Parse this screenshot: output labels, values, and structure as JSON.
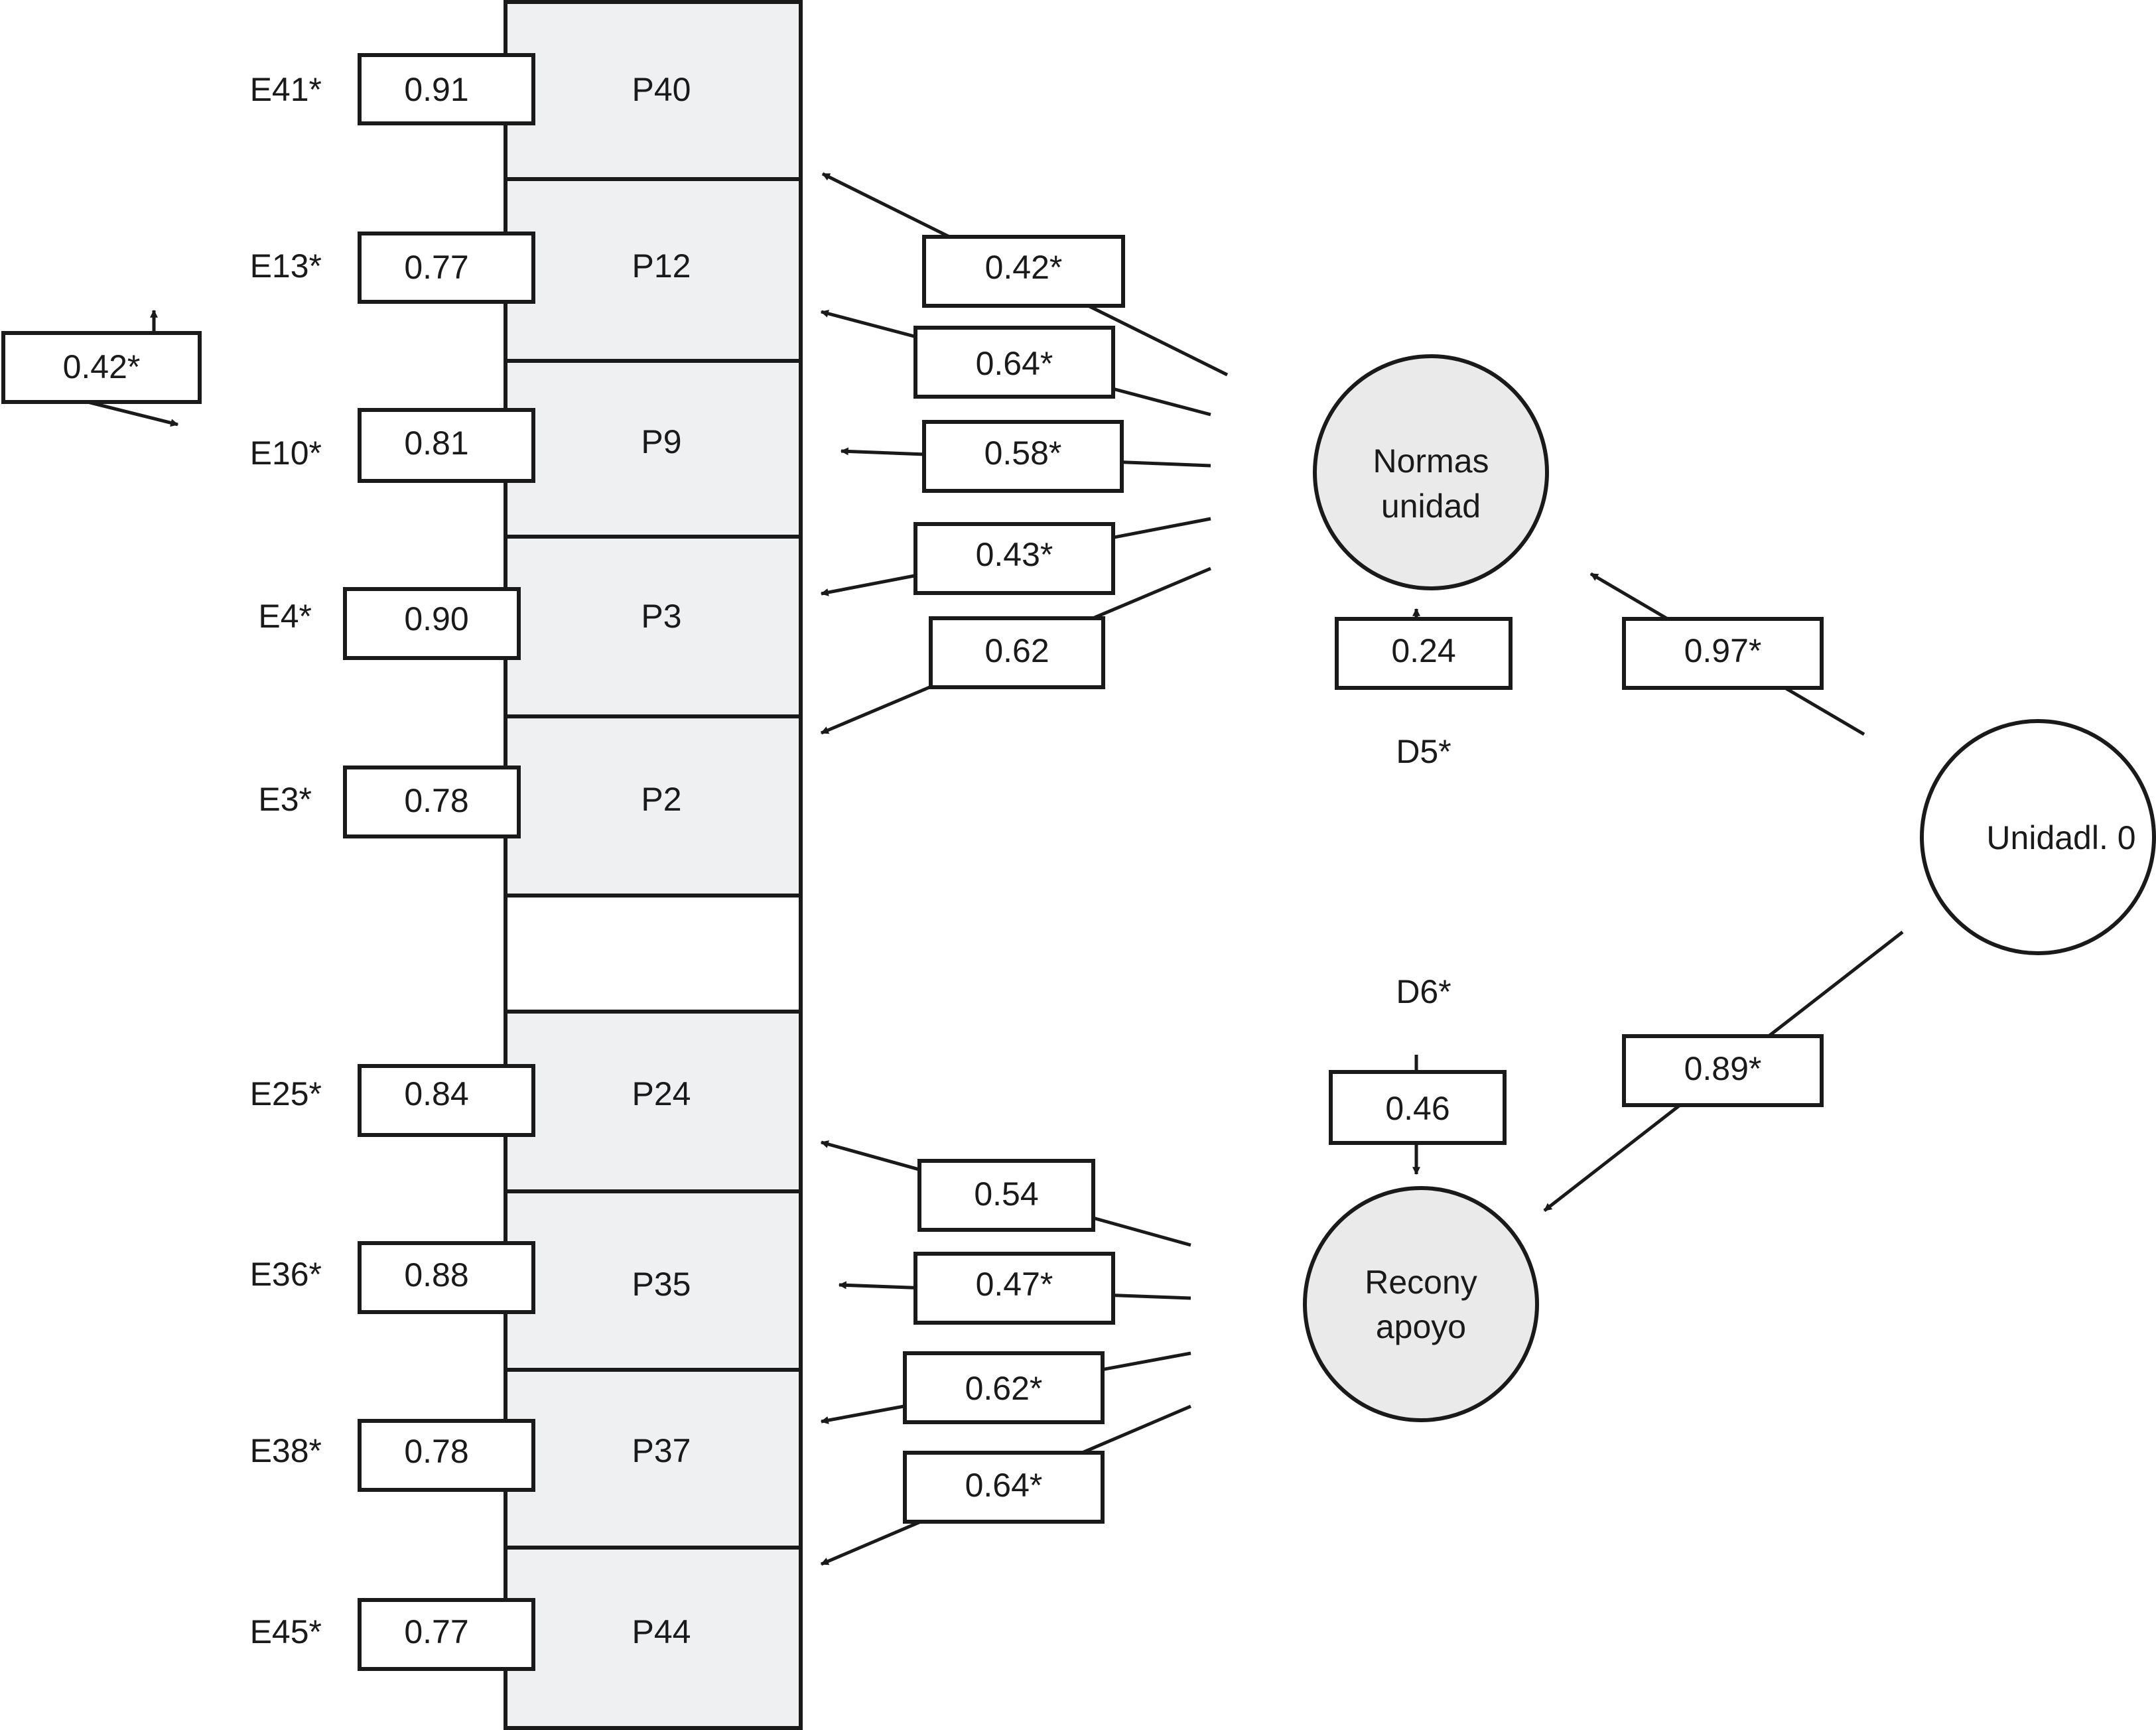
{
  "items": [
    {
      "id": "P40",
      "label": "P40",
      "error": "E41*",
      "error_value": "0.91"
    },
    {
      "id": "P12",
      "label": "P12",
      "error": "E13*",
      "error_value": "0.77"
    },
    {
      "id": "P9",
      "label": "P9",
      "error": "E10*",
      "error_value": "0.81"
    },
    {
      "id": "P3",
      "label": "P3",
      "error": "E4*",
      "error_value": "0.90"
    },
    {
      "id": "P2",
      "label": "P2",
      "error": "E3*",
      "error_value": "0.78"
    },
    {
      "id": "P24",
      "label": "P24",
      "error": "E25*",
      "error_value": "0.84"
    },
    {
      "id": "P35",
      "label": "P35",
      "error": "E36*",
      "error_value": "0.88"
    },
    {
      "id": "P37",
      "label": "P37",
      "error": "E38*",
      "error_value": "0.78"
    },
    {
      "id": "P44",
      "label": "P44",
      "error": "E45*",
      "error_value": "0.77"
    }
  ],
  "error_covariance": {
    "value": "0.42*"
  },
  "factors": {
    "normas": {
      "line1": "Normas",
      "line2": "unidad",
      "disturbance": "D5*",
      "disturbance_value": "0.24"
    },
    "recon": {
      "line1": "Recony",
      "line2": "apoyo",
      "disturbance": "D6*",
      "disturbance_value": "0.46"
    },
    "unidad": {
      "label": "Unidadl. 0"
    }
  },
  "second_order_loadings": {
    "normas": "0.97*",
    "recon": "0.89*"
  },
  "loadings": {
    "P40": "0.42*",
    "P12": "0.64*",
    "P9": "0.58*",
    "P3": "0.43*",
    "P2": "0.62",
    "P24": "0.54",
    "P35": "0.47*",
    "P37": "0.62*",
    "P44": "0.64*"
  },
  "colors": {
    "item_fill": "#eff0f2",
    "factor_fill": "#eaeaeb",
    "line": "#1a1a1a",
    "background": "#ffffff"
  }
}
